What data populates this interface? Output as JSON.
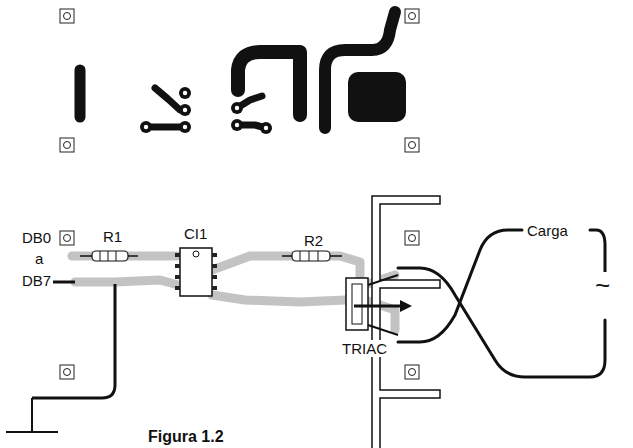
{
  "diagram": {
    "caption": "Figura 1.2",
    "labels": [
      "DB0",
      "a",
      "DB7",
      "R1",
      "CI1",
      "R2",
      "TRIAC",
      "Carga",
      "~"
    ]
  }
}
